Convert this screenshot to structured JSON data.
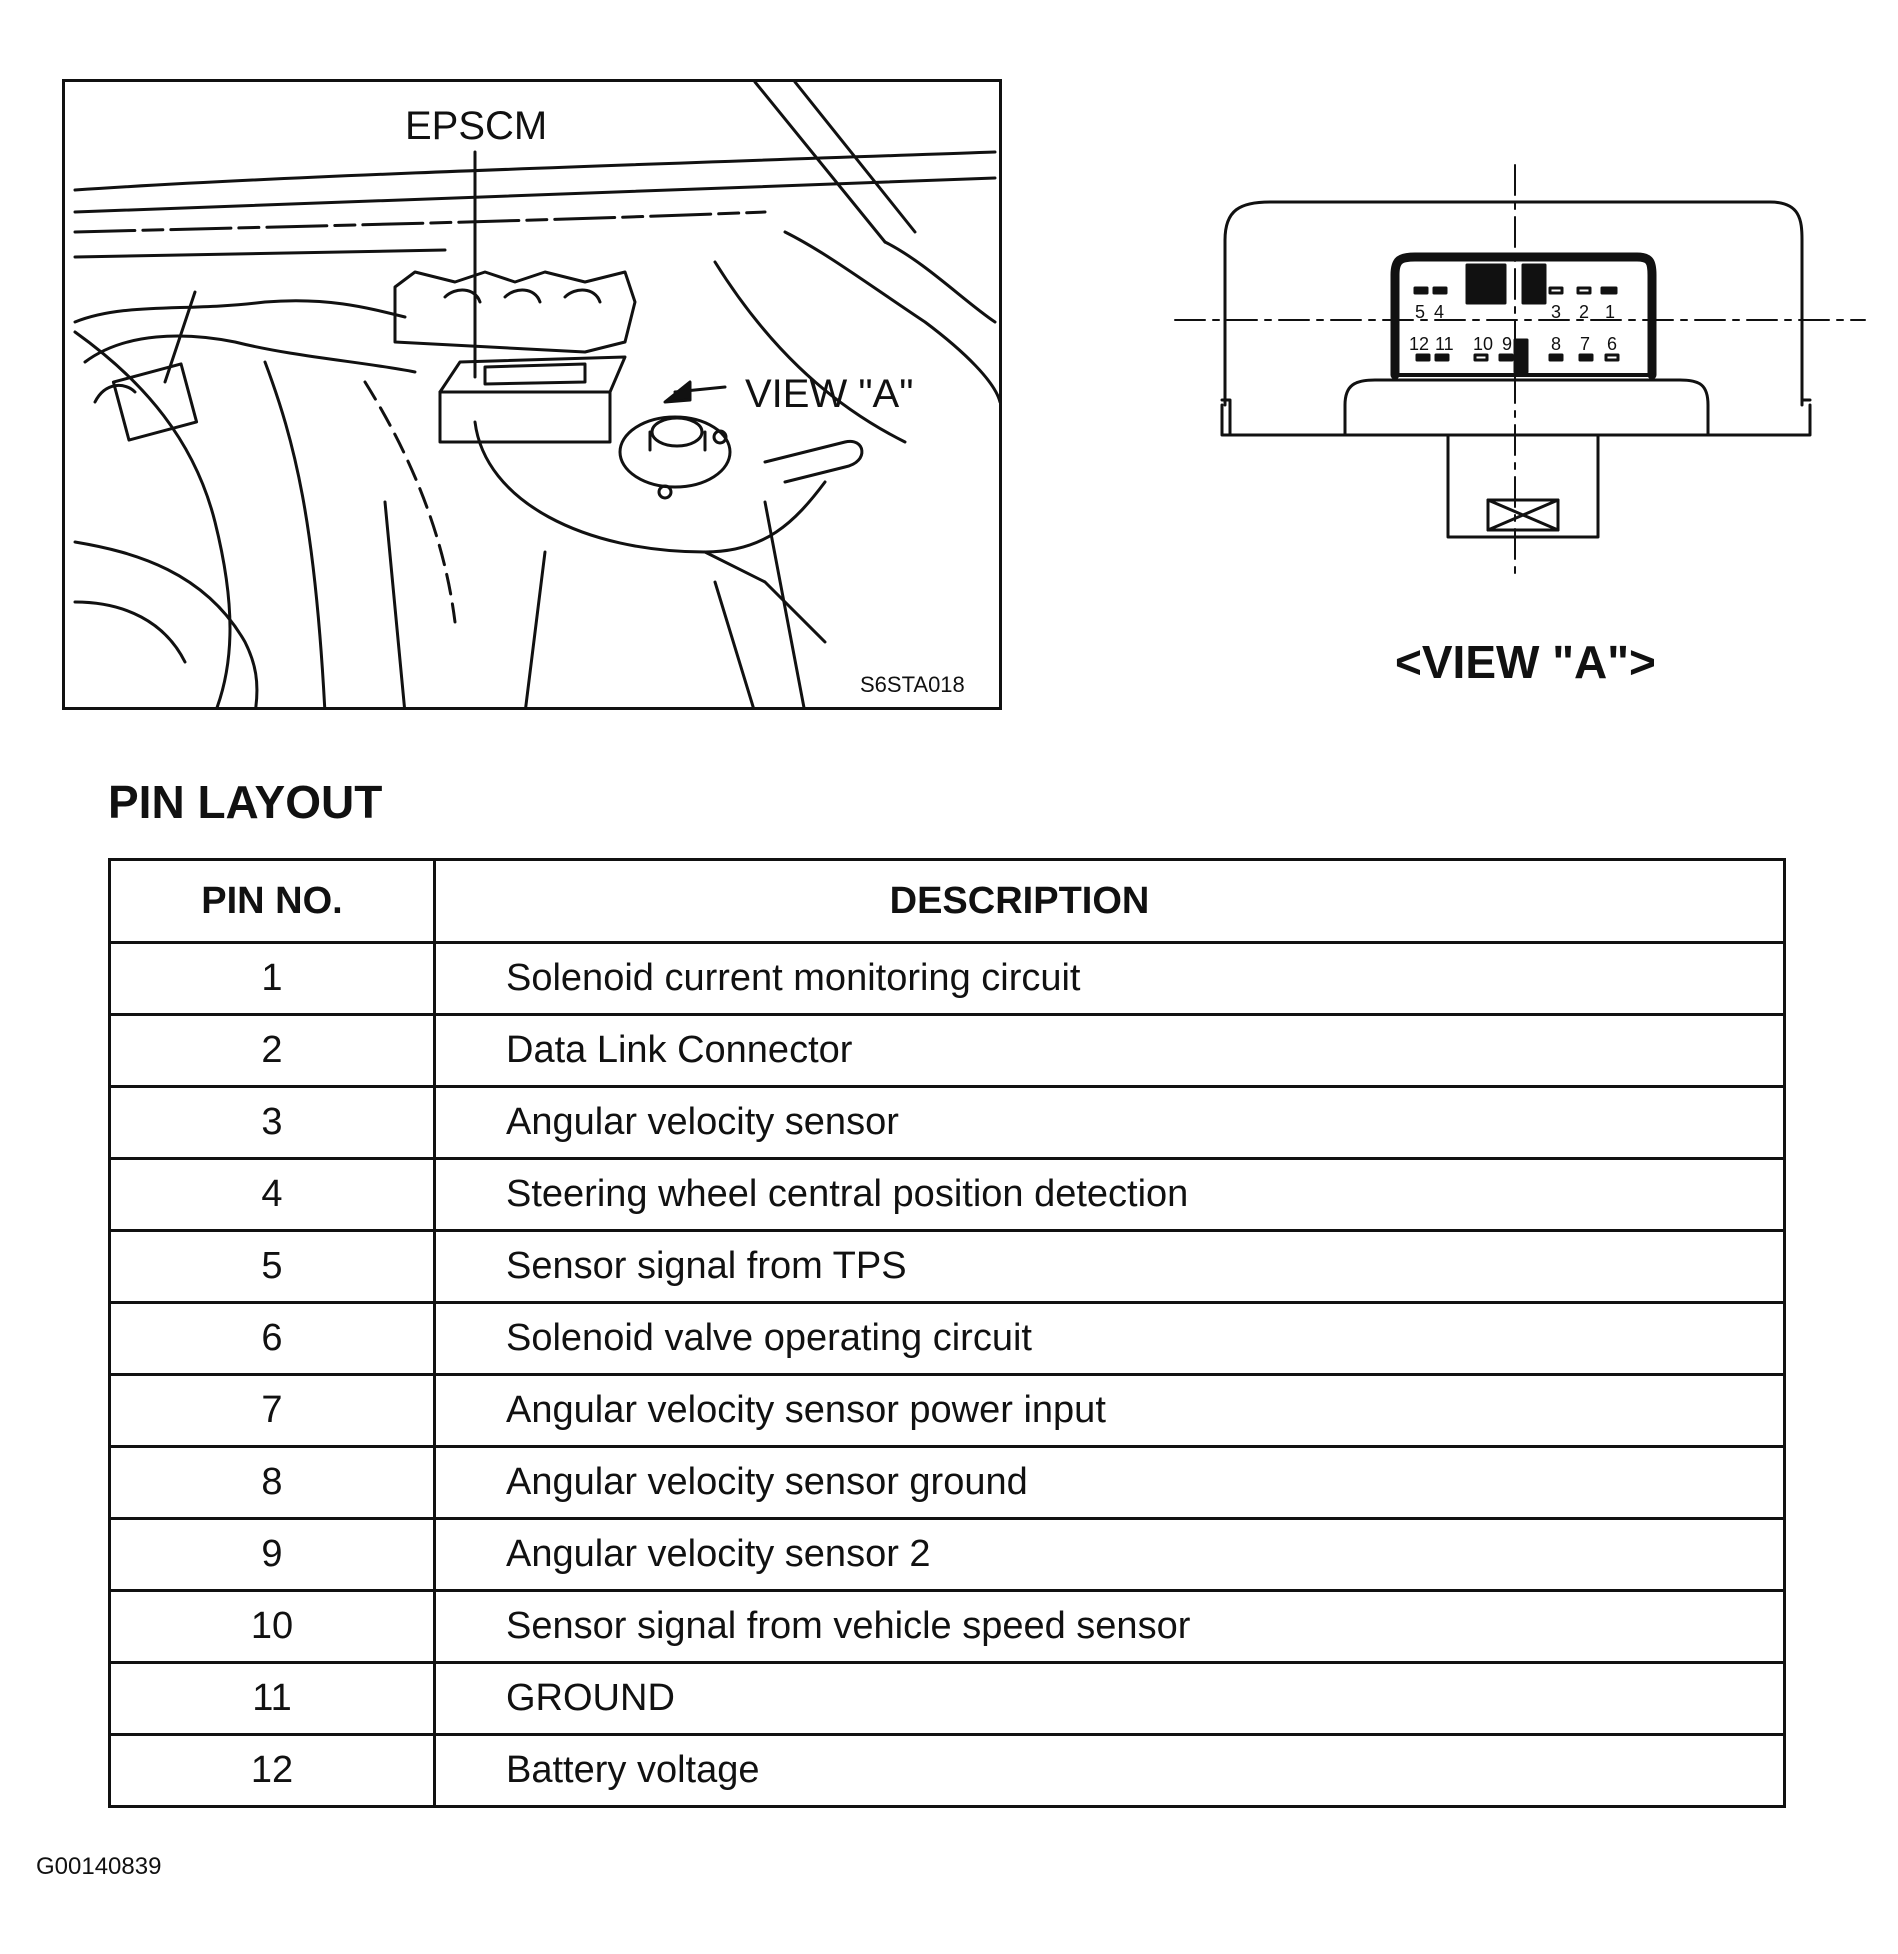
{
  "figure": {
    "callout_module": "EPSCM",
    "callout_view": "VIEW \"A\"",
    "figure_code": "S6STA018",
    "view_caption": "<VIEW \"A\">",
    "connector_pin_labels_top": [
      "5",
      "4",
      "3",
      "2",
      "1"
    ],
    "connector_pin_labels_bottom": [
      "12",
      "11",
      "10",
      "9",
      "8",
      "7",
      "6"
    ]
  },
  "table": {
    "heading": "PIN LAYOUT",
    "columns": [
      "PIN NO.",
      "DESCRIPTION"
    ],
    "rows": [
      {
        "pin": "1",
        "description": "Solenoid current monitoring circuit"
      },
      {
        "pin": "2",
        "description": "Data Link Connector"
      },
      {
        "pin": "3",
        "description": "Angular velocity sensor"
      },
      {
        "pin": "4",
        "description": "Steering wheel central position detection"
      },
      {
        "pin": "5",
        "description": "Sensor signal from TPS"
      },
      {
        "pin": "6",
        "description": "Solenoid valve operating circuit"
      },
      {
        "pin": "7",
        "description": "Angular velocity sensor power input"
      },
      {
        "pin": "8",
        "description": "Angular velocity sensor ground"
      },
      {
        "pin": "9",
        "description": "Angular velocity sensor 2"
      },
      {
        "pin": "10",
        "description": "Sensor signal from vehicle speed sensor"
      },
      {
        "pin": "11",
        "description": "GROUND"
      },
      {
        "pin": "12",
        "description": "Battery voltage"
      }
    ]
  },
  "document_id": "G00140839"
}
